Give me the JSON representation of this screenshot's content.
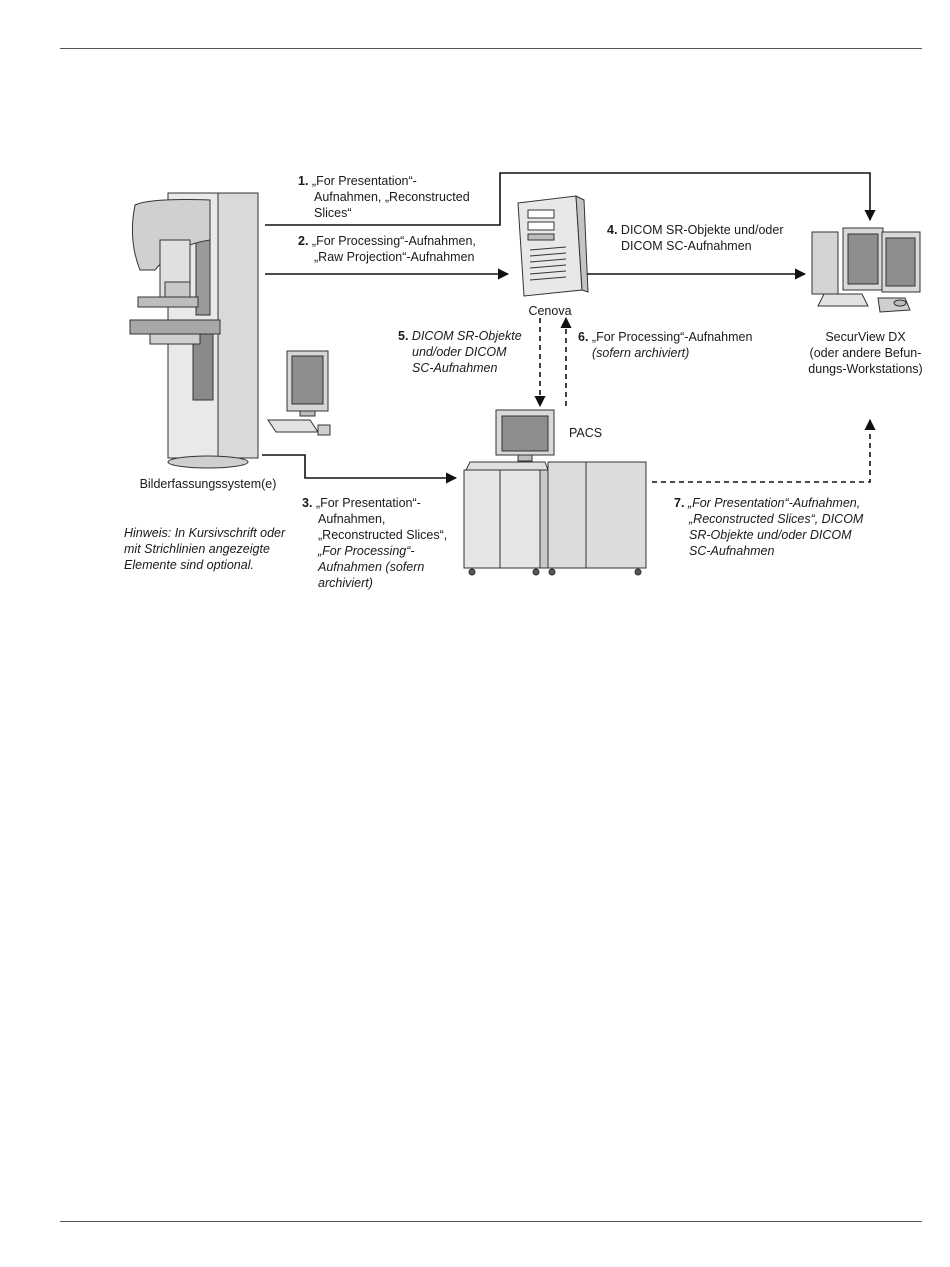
{
  "devices": {
    "acquisition": "Bilderfassungssystem(e)",
    "cenova": "Cenova",
    "pacs": "PACS",
    "securview": [
      "SecurView DX",
      "(oder andere Befun-",
      "dungs-Workstations)"
    ]
  },
  "flows": {
    "f1": {
      "num": "1.",
      "lines": [
        "„For Presentation“-",
        "Aufnahmen, „Reconstructed",
        "Slices“"
      ]
    },
    "f2": {
      "num": "2.",
      "lines": [
        "„For Processing“-Aufnahmen,",
        "„Raw Projection“-Aufnahmen"
      ]
    },
    "f3": {
      "num": "3.",
      "lines": [
        "„For Presentation“-",
        "Aufnahmen,",
        "„Reconstructed Slices“,",
        "„For Processing“-",
        "Aufnahmen (sofern",
        "archiviert)"
      ]
    },
    "f4": {
      "num": "4.",
      "lines": [
        "DICOM SR-Objekte und/oder",
        "DICOM SC-Aufnahmen"
      ]
    },
    "f5": {
      "num": "5.",
      "lines": [
        "DICOM SR-Objekte",
        "und/oder DICOM",
        "SC-Aufnahmen"
      ]
    },
    "f6": {
      "num": "6.",
      "lines": [
        "„For Processing“-Aufnahmen",
        "(sofern archiviert)"
      ]
    },
    "f7": {
      "num": "7.",
      "lines": [
        "„For Presentation“-Aufnahmen,",
        "„Reconstructed Slices“, DICOM",
        "SR-Objekte und/oder DICOM",
        "SC-Aufnahmen"
      ]
    }
  },
  "note": [
    "Hinweis: In Kursivschrift oder",
    "mit Strichlinien angezeigte",
    "Elemente sind optional."
  ],
  "icons": [
    "mammography-system-icon",
    "workstation-monitor-icon",
    "server-tower-icon",
    "pacs-cabinet-icon",
    "dual-monitor-workstation-icon"
  ]
}
